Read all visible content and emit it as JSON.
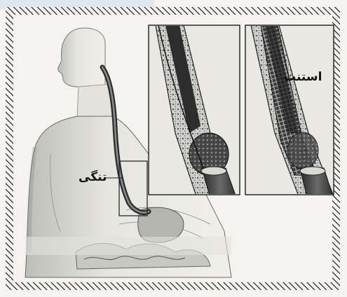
{
  "labels": {
    "stricture": "تنگی",
    "stent": "استنت"
  },
  "colors": {
    "paper": "#f4f3ef",
    "ink": "#1a1a1a",
    "hatch": "#2a2a2a",
    "tint": "#dfe7ee"
  },
  "icons": {
    "body": "human-torso-illustration",
    "inset_left": "esophagus-stricture-inset",
    "inset_right": "esophagus-stent-inset"
  }
}
